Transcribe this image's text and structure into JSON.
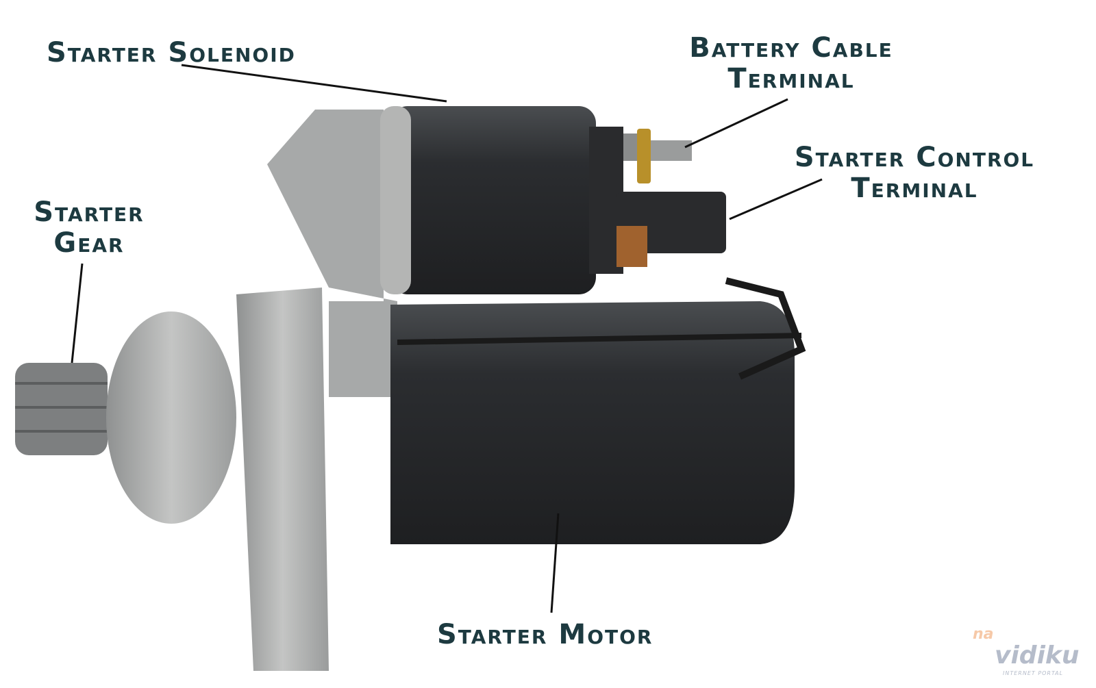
{
  "labels": {
    "solenoid": "Starter Solenoid",
    "battery_line1": "Battery Cable",
    "battery_line2": "Terminal",
    "control_line1": "Starter Control",
    "control_line2": "Terminal",
    "gear_line1": "Starter",
    "gear_line2": "Gear",
    "motor": "Starter Motor"
  },
  "watermark": {
    "top": "na",
    "main": "vidiku",
    "sub": "INTERNET PORTAL"
  },
  "colors": {
    "label_text": "#1d3a40",
    "body_dark": "#2e3033",
    "housing": "#a9abab"
  }
}
